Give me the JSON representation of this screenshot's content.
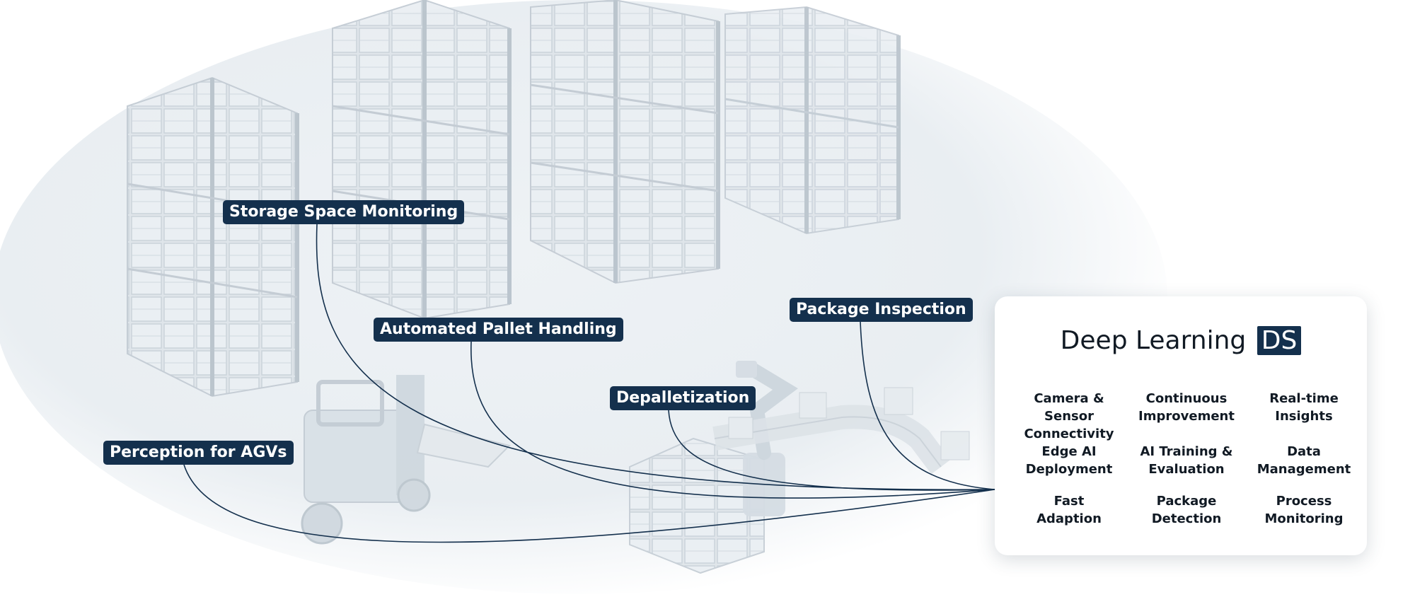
{
  "labels": {
    "storage": "Storage Space Monitoring",
    "pallet": "Automated Pallet Handling",
    "package_inspection": "Package Inspection",
    "depalletization": "Depalletization",
    "agv": "Perception for AGVs"
  },
  "card": {
    "title": "Deep Learning",
    "badge": "DS",
    "features": [
      "Camera & Sensor\nConnectivity",
      "Continuous\nImprovement",
      "Real-time\nInsights",
      "Edge AI\nDeployment",
      "AI Training &\nEvaluation",
      "Data\nManagement",
      "Fast\nAdaption",
      "Package\nDetection",
      "Process\nMonitoring"
    ]
  },
  "colors": {
    "label_bg": "#14304d",
    "line": "#14304d",
    "scene": "#e3e9ee"
  }
}
